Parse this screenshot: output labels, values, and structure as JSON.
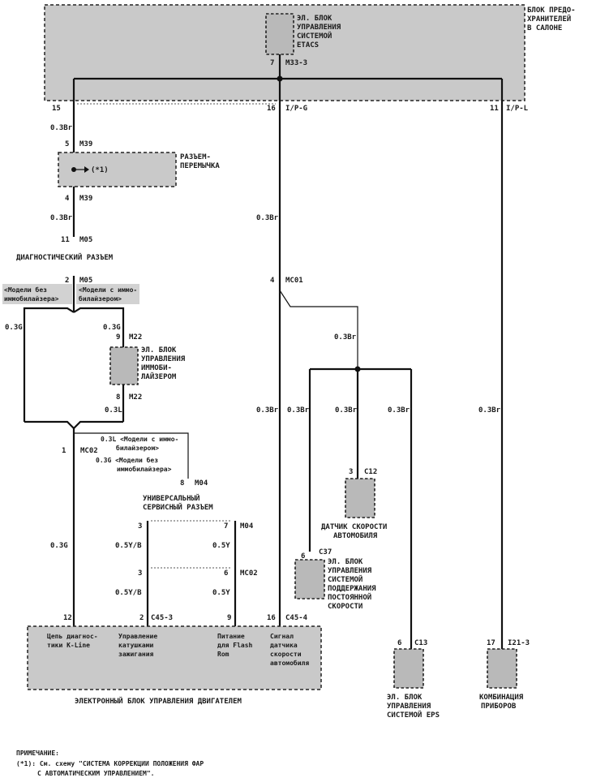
{
  "labels": {
    "fuse_block": [
      "БЛОК ПРЕДО-",
      "ХРАНИТЕЛЕЙ",
      "В САЛОНЕ"
    ],
    "etacs": [
      "ЭЛ. БЛОК",
      "УПРАВЛЕНИЯ",
      "СИСТЕМОЙ",
      "ETACS"
    ],
    "jumper": [
      "РАЗЪЕМ-",
      "ПЕРЕМЫЧКА"
    ],
    "diag_connector": "ДИАГНОСТИЧЕСКИЙ РАЗЪЕМ",
    "model_no_immo_1": [
      "<Модели без",
      "иммобилайзера>"
    ],
    "model_immo_1": [
      "<Модели с иммо-",
      "билайзером>"
    ],
    "immobilizer": [
      "ЭЛ. БЛОК",
      "УПРАВЛЕНИЯ",
      "ИММОБИ-",
      "ЛАЙЗЕРОМ"
    ],
    "model_immo_2": [
      "0.3L <Модели с иммо-",
      "билайзером>"
    ],
    "model_no_immo_2": [
      "0.3G <Модели без",
      "иммобилайзера>"
    ],
    "service_connector": [
      "УНИВЕРСАЛЬНЫЙ",
      "СЕРВИСНЫЙ РАЗЪЕМ"
    ],
    "speed_sensor": [
      "ДАТЧИК СКОРОСТИ",
      "АВТОМОБИЛЯ"
    ],
    "cruise": [
      "ЭЛ. БЛОК",
      "УПРАВЛЕНИЯ",
      "СИСТЕМОЙ",
      "ПОДДЕРЖАНИЯ",
      "ПОСТОЯННОЙ",
      "СКОРОСТИ"
    ],
    "eps": [
      "ЭЛ. БЛОК",
      "УПРАВЛЕНИЯ",
      "СИСТЕМОЙ EPS"
    ],
    "cluster": [
      "КОМБИНАЦИЯ",
      "ПРИБОРОВ"
    ],
    "ecu": "ЭЛЕКТРОННЫЙ БЛОК УПРАВЛЕНИЯ ДВИГАТЕЛЕМ",
    "ecu_kline": [
      "Цепь диагнос-",
      "тики K-Line"
    ],
    "ecu_coils": [
      "Управление",
      "катушками",
      "зажигания"
    ],
    "ecu_flash": [
      "Питание",
      "для Flash",
      "Rom"
    ],
    "ecu_speed": [
      "Сигнал",
      "датчика",
      "скорости",
      "автомобиля"
    ],
    "note_title": "ПРИМЕЧАНИЕ:",
    "note_1": "(*1): См. схему \"СИСТЕМА КОРРЕКЦИИ ПОЛОЖЕНИЯ ФАР",
    "note_2": "С АВТОМАТИЧЕСКИМ УПРАВЛЕНИЕМ\".",
    "ref_mark": "(*1)"
  },
  "connectors": {
    "m33": "M33-3",
    "m39": "M39",
    "m05": "M05",
    "m22": "M22",
    "mc02": "MC02",
    "m04": "M04",
    "mc01": "MC01",
    "c12": "C12",
    "c37": "C37",
    "c13": "C13",
    "i21": "I21-3",
    "c45_3": "C45-3",
    "c45_4": "C45-4",
    "ip_g": "I/P-G",
    "ip_l": "I/P-L"
  },
  "pins": {
    "p7": "7",
    "p15": "15",
    "p16": "16",
    "p11": "11",
    "p5": "5",
    "p4": "4",
    "p11b": "11",
    "p2": "2",
    "p9": "9",
    "p8": "8",
    "p1": "1",
    "p8b": "8",
    "p3a": "3",
    "p7b": "7",
    "p3b": "3",
    "p6a": "6",
    "p12": "12",
    "p2b": "2",
    "p9b": "9",
    "p16b": "16",
    "p4b": "4",
    "p3c": "3",
    "p6b": "6",
    "p6c": "6",
    "p17": "17"
  },
  "wires": {
    "w1": "0.3Br",
    "w2": "0.3Br",
    "w3": "0.3Br",
    "w4": "0.3Br",
    "w5": "0.3Br",
    "w6": "0.3Br",
    "w7": "0.3Br",
    "w8": "0.3Br",
    "g1": "0.3G",
    "g2": "0.3G",
    "g3": "0.3G",
    "l1": "0.3L",
    "yb1": "0.5Y/B",
    "yb2": "0.5Y/B",
    "y1": "0.5Y",
    "y2": "0.5Y"
  }
}
